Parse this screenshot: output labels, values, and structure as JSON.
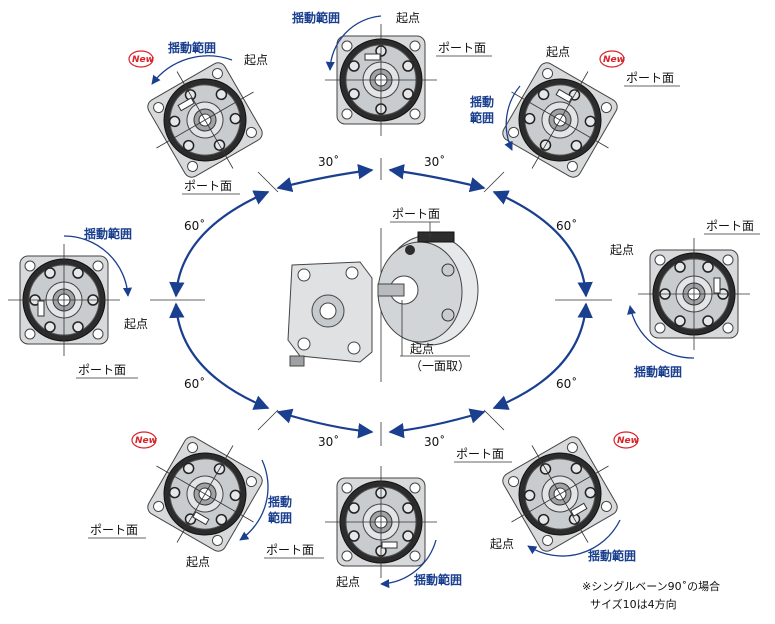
{
  "labels": {
    "swing_range": "揺動範囲",
    "swing_range_line1": "揺動",
    "swing_range_line2": "範囲",
    "start_point": "起点",
    "port_face": "ポート面",
    "one_face_cut": "（一面取）",
    "new_badge": "New"
  },
  "angles": {
    "a30": "30˚",
    "a60": "60˚"
  },
  "note": {
    "line1": "※シングルベーン90˚の場合",
    "line2": "サイズ10は4方向"
  },
  "colors": {
    "arrow": "#1a3f8f",
    "new_badge": "#d8232a",
    "body_gray": "#d7d9db",
    "face_gray": "#b9bcbf",
    "dark": "#2a2a2a"
  }
}
